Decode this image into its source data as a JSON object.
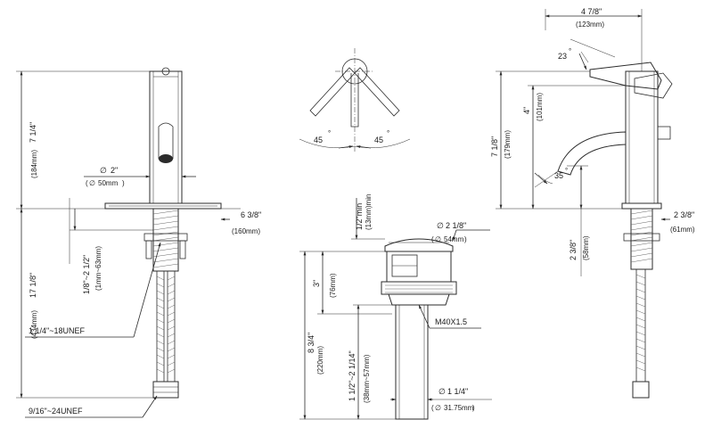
{
  "front_view": {
    "total_height": "17 1/8\"",
    "total_height_mm": "(434mm)",
    "spout_height": "7 1/4\"",
    "spout_height_mm": "(184mm)",
    "body_diameter": "2\"",
    "body_diameter_mm": "50mm",
    "deck_plate": "6 3/8\"",
    "deck_plate_mm": "(160mm)",
    "deck_thickness": "1/8\"~2 1/2\"",
    "deck_thickness_mm": "(1mm~63mm)",
    "shank_thread": "1 1/4\"~18UNEF",
    "hose_thread": "9/16\"~24UNEF"
  },
  "top_view": {
    "angle_left": "45",
    "angle_right": "45",
    "degree_symbol": "°"
  },
  "drain_view": {
    "gap": "1/2\"min",
    "gap_mm": "(13mm)min",
    "cap_diameter": "2 1/8\"",
    "cap_diameter_mm": "54mm",
    "body_height": "3\"",
    "body_height_mm": "(76mm)",
    "total_height": "8 3/4\"",
    "total_height_mm": "(220mm)",
    "thread": "M40X1.5",
    "tail_length": "1 1/2\"~2 1/14\"",
    "tail_length_mm": "(38mm~57mm)",
    "tail_diameter": "1 1/4\"",
    "tail_diameter_mm": "31.75mm"
  },
  "side_view": {
    "spout_reach": "4 7/8\"",
    "spout_reach_mm": "(123mm)",
    "lever_angle": "23",
    "lever_height": "4\"",
    "lever_height_mm": "(101mm)",
    "height": "7 1/8\"",
    "height_mm": "(179mm)",
    "spout_angle": "35",
    "outlet_height": "2 3/8\"",
    "outlet_height_mm": "(58mm)",
    "base_offset": "2 3/8\"",
    "base_offset_mm": "(61mm)"
  },
  "symbols": {
    "diameter": "∅"
  }
}
